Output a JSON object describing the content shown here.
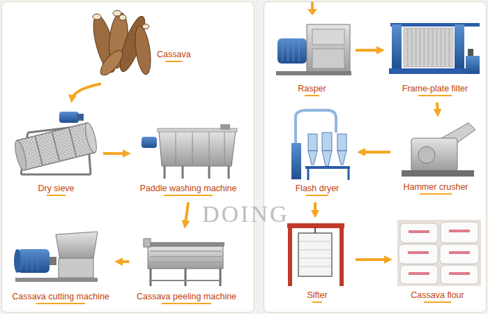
{
  "diagram": {
    "nodes": [
      {
        "text": [
          "Cassava"
        ]
      },
      {
        "text": [
          "Dry sieve"
        ]
      },
      {
        "text": [
          "Paddle washing machine"
        ]
      },
      {
        "text": [
          "Cassava peeling machine"
        ]
      },
      {
        "text": [
          "Cassava cutting machine"
        ]
      },
      {
        "text": [
          "Rasper"
        ]
      },
      {
        "text": [
          "Frame-plate filter"
        ]
      },
      {
        "text": [
          "Hammer crusher"
        ]
      },
      {
        "text": [
          "Flash dryer"
        ]
      },
      {
        "text": [
          "Sifter"
        ]
      },
      {
        "text": [
          "Cassava flour"
        ]
      }
    ],
    "edges": [
      {
        "from": 0,
        "to": 1,
        "arrow": "to"
      },
      {
        "from": 1,
        "to": 2,
        "arrow": "to"
      },
      {
        "from": 2,
        "to": 3,
        "arrow": "to"
      },
      {
        "from": 3,
        "to": 4,
        "arrow": "to"
      },
      {
        "from": 5,
        "to": 6,
        "arrow": "to"
      },
      {
        "from": 6,
        "to": 7,
        "arrow": "to"
      },
      {
        "from": 7,
        "to": 8,
        "arrow": "to"
      },
      {
        "from": 8,
        "to": 9,
        "arrow": "to"
      },
      {
        "from": 9,
        "to": 10,
        "arrow": "to"
      }
    ],
    "labels": [
      "DOING"
    ]
  }
}
